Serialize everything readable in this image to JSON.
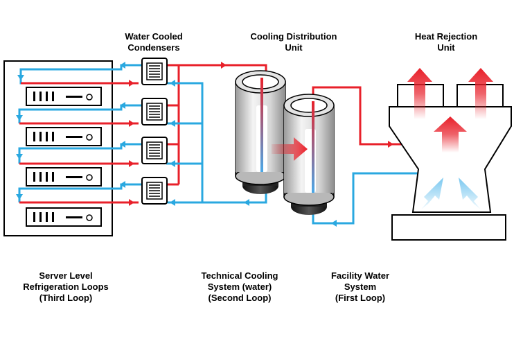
{
  "labels": {
    "water_cooled_condensers": [
      "Water Cooled",
      "Condensers"
    ],
    "cooling_distribution_unit": [
      "Cooling Distribution",
      "Unit"
    ],
    "heat_rejection_unit": [
      "Heat Rejection",
      "Unit"
    ],
    "server_loops": [
      "Server Level",
      "Refrigeration Loops",
      "(Third Loop)"
    ],
    "technical_cooling": [
      "Technical Cooling",
      "System (water)",
      "(Second Loop)"
    ],
    "facility_water": [
      "Facility Water",
      "System",
      "(First Loop)"
    ]
  },
  "colors": {
    "hot_line": "#e8202a",
    "cold_line": "#2aa8e0",
    "outline": "#000000",
    "cylinder_grey": "#c8c8c8"
  }
}
